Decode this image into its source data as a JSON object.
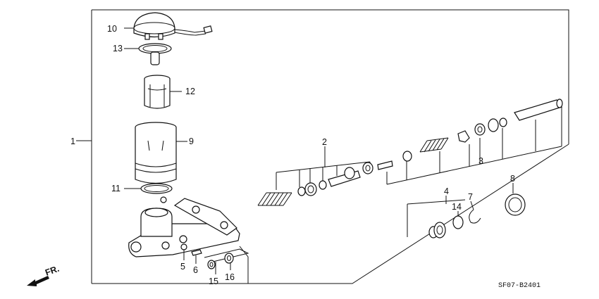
{
  "labels": {
    "p1": "1",
    "p2": "2",
    "p3": "3",
    "p4": "4",
    "p5": "5",
    "p6": "6",
    "p7": "7",
    "p8": "8",
    "p9": "9",
    "p10": "10",
    "p11": "11",
    "p12": "12",
    "p13": "13",
    "p14": "14",
    "p15": "15",
    "p16": "16"
  },
  "direction": "FR.",
  "diagram_code": "SF07-B2401"
}
